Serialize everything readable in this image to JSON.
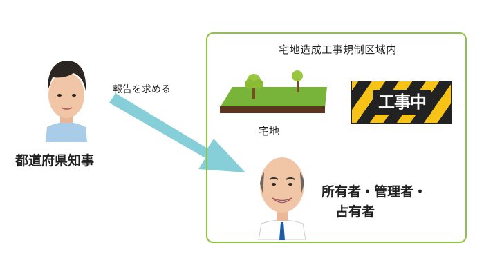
{
  "governor": {
    "title": "都道府県知事"
  },
  "arrow": {
    "label": "報告を求める"
  },
  "zone": {
    "title": "宅地造成工事規制区域内"
  },
  "land": {
    "label": "宅地"
  },
  "work_sign": {
    "text": "工事中"
  },
  "owner": {
    "line1": "所有者・管理者・",
    "line2": "占有者"
  },
  "colors": {
    "zone_border": "#8cc63f",
    "arrow": "#86cfd8",
    "sign_yellow": "#f6c316",
    "sign_black": "#222222",
    "grass": "#79b43a",
    "soil": "#5a3520"
  }
}
